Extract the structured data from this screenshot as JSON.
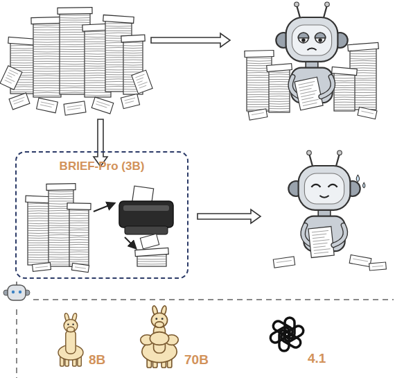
{
  "diagram": {
    "nodes": [
      {
        "text": [
          "BRIEF-Pro (3B)"
        ]
      }
    ],
    "labels": [
      "8B",
      "70B",
      "4.1"
    ]
  }
}
